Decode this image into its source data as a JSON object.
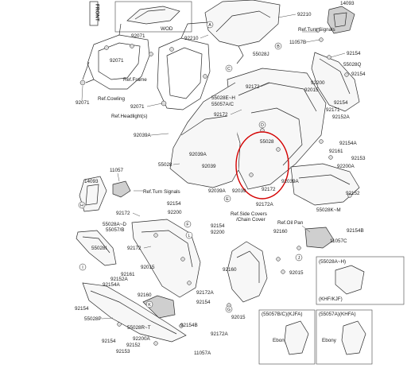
{
  "badges": {
    "front": "FRONT",
    "wod": "WOD"
  },
  "refs": {
    "turn_signals_top": "Ref.Turn Signals",
    "frame": "Ref.Frame",
    "cowling": "Ref.Cowling",
    "headlights": "Ref.Headlight(s)",
    "turn_signals_mid": "Ref.Turn Signals",
    "side_covers": "Ref.Side Covers",
    "chain_cover": "/Chain Cover",
    "oil_pan": "Ref.Oil Pan"
  },
  "parts": [
    {
      "num": "14093"
    },
    {
      "num": "92210"
    },
    {
      "num": "92210"
    },
    {
      "num": "11057B"
    },
    {
      "num": "92071"
    },
    {
      "num": "92071"
    },
    {
      "num": "92071"
    },
    {
      "num": "92071"
    },
    {
      "num": "55028J"
    },
    {
      "num": "92154"
    },
    {
      "num": "55028Q"
    },
    {
      "num": "92154"
    },
    {
      "num": "92200"
    },
    {
      "num": "92172"
    },
    {
      "num": "92015"
    },
    {
      "num": "55028E~H"
    },
    {
      "num": "55057A/C"
    },
    {
      "num": "92154"
    },
    {
      "num": "92171"
    },
    {
      "num": "92172"
    },
    {
      "num": "92152A"
    },
    {
      "num": "92039A"
    },
    {
      "num": "92161"
    },
    {
      "num": "92154A"
    },
    {
      "num": "55028"
    },
    {
      "num": "92039A"
    },
    {
      "num": "92039"
    },
    {
      "num": "55028"
    },
    {
      "num": "92153"
    },
    {
      "num": "92200A"
    },
    {
      "num": "11057"
    },
    {
      "num": "14093"
    },
    {
      "num": "92039A"
    },
    {
      "num": "92039"
    },
    {
      "num": "92172"
    },
    {
      "num": "92039A"
    },
    {
      "num": "92152"
    },
    {
      "num": "92172A"
    },
    {
      "num": "55028K~M"
    },
    {
      "num": "92154"
    },
    {
      "num": "92172"
    },
    {
      "num": "92200"
    },
    {
      "num": "92154B"
    },
    {
      "num": "55028A~D"
    },
    {
      "num": "55057/B"
    },
    {
      "num": "92154"
    },
    {
      "num": "92200"
    },
    {
      "num": "92160"
    },
    {
      "num": "11057C"
    },
    {
      "num": "55028I"
    },
    {
      "num": "92172"
    },
    {
      "num": "92015"
    },
    {
      "num": "92161"
    },
    {
      "num": "92152A"
    },
    {
      "num": "92154A"
    },
    {
      "num": "92160"
    },
    {
      "num": "92160"
    },
    {
      "num": "92015"
    },
    {
      "num": "92172A"
    },
    {
      "num": "92154"
    },
    {
      "num": "92154"
    },
    {
      "num": "55028P"
    },
    {
      "num": "92015"
    },
    {
      "num": "55028R~T"
    },
    {
      "num": "92154B"
    },
    {
      "num": "92200A"
    },
    {
      "num": "92152"
    },
    {
      "num": "92153"
    },
    {
      "num": "92154"
    },
    {
      "num": "11057A"
    },
    {
      "num": "92172A"
    }
  ],
  "callouts": [
    "A",
    "B",
    "C",
    "D",
    "E",
    "F",
    "G",
    "H",
    "I",
    "J",
    "K",
    "L"
  ],
  "insets": {
    "i1_title": "(55028A~H)",
    "i1_note": "(KHF/KJF)",
    "i2_title": "(55057B/C)(KJFA)",
    "i2_note": "Ebony",
    "i3_title": "(55057A)(KHFA)",
    "i3_note": "Ebony"
  }
}
